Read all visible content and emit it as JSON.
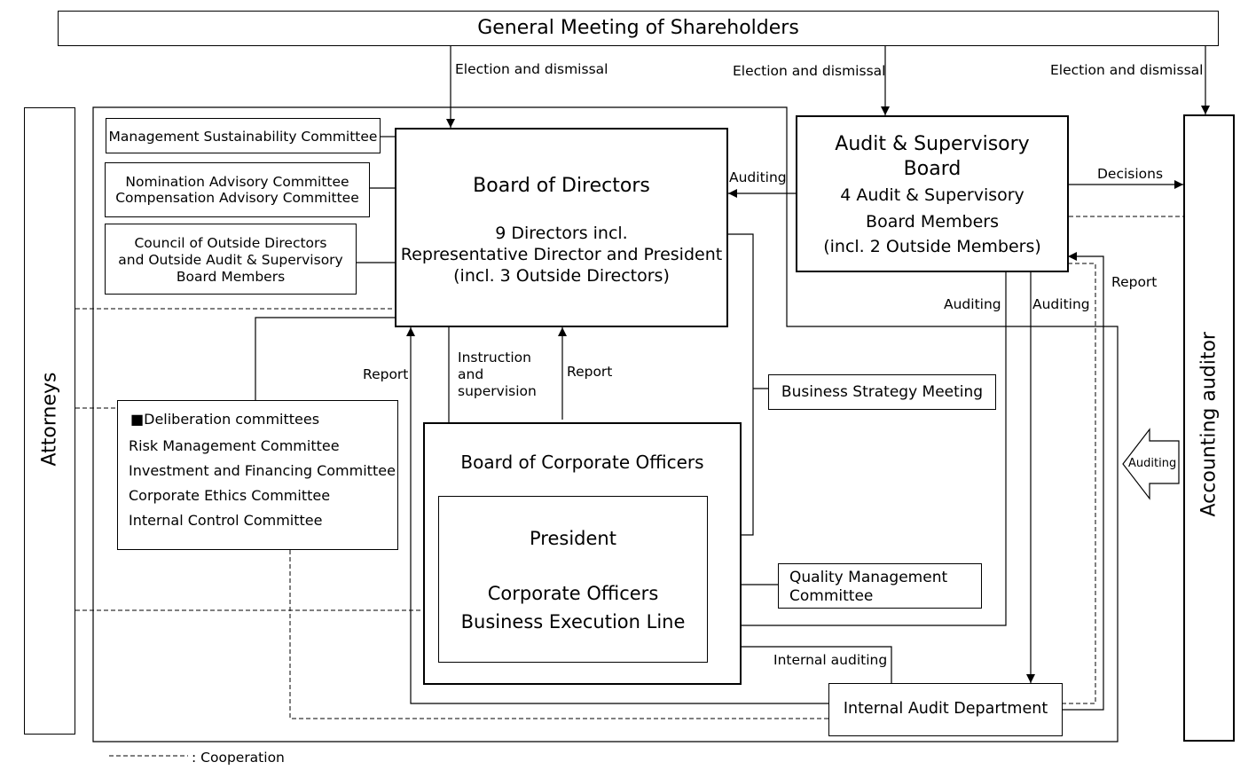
{
  "shareholders": "General Meeting of Shareholders",
  "attorneys": "Attorneys",
  "accounting_auditor": "Accounting auditor",
  "board_directors": {
    "title": "Board of Directors",
    "line1": "9 Directors incl.",
    "line2": "Representative Director and President",
    "line3": "(incl. 3 Outside Directors)"
  },
  "audit_board": {
    "title1": "Audit & Supervisory",
    "title2": "Board",
    "line1": "4 Audit & Supervisory",
    "line2": "Board Members",
    "line3": "(incl. 2 Outside Members)"
  },
  "committees": {
    "sustainability": "Management Sustainability Committee",
    "nomination": "Nomination Advisory Committee",
    "compensation": "Compensation Advisory Committee",
    "council1": "Council of Outside Directors",
    "council2": "and Outside Audit & Supervisory",
    "council3": "Board Members"
  },
  "deliberation": {
    "heading": "Deliberation committees",
    "items": [
      "Risk Management Committee",
      "Investment and Financing Committee",
      "Corporate Ethics Committee",
      "Internal Control Committee"
    ]
  },
  "corporate_officers": {
    "title": "Board of Corporate Officers",
    "president": "President",
    "line1": "Corporate Officers",
    "line2": "Business Execution Line"
  },
  "business_strategy": "Business Strategy Meeting",
  "quality": {
    "line1": "Quality Management",
    "line2": "Committee"
  },
  "internal_audit_dept": "Internal Audit Department",
  "labels": {
    "election1": "Election and dismissal",
    "election2": "Election and dismissal",
    "election3": "Election and dismissal",
    "auditing_bod": "Auditing",
    "decisions": "Decisions",
    "report_aud": "Report",
    "auditing_a": "Auditing",
    "auditing_b": "Auditing",
    "report_left": "Report",
    "instruction1": "Instruction",
    "instruction2": "and",
    "instruction3": "supervision",
    "report_mid": "Report",
    "auditing_arrow": "Auditing",
    "internal_auditing": "Internal auditing",
    "cooperation": ": Cooperation"
  }
}
